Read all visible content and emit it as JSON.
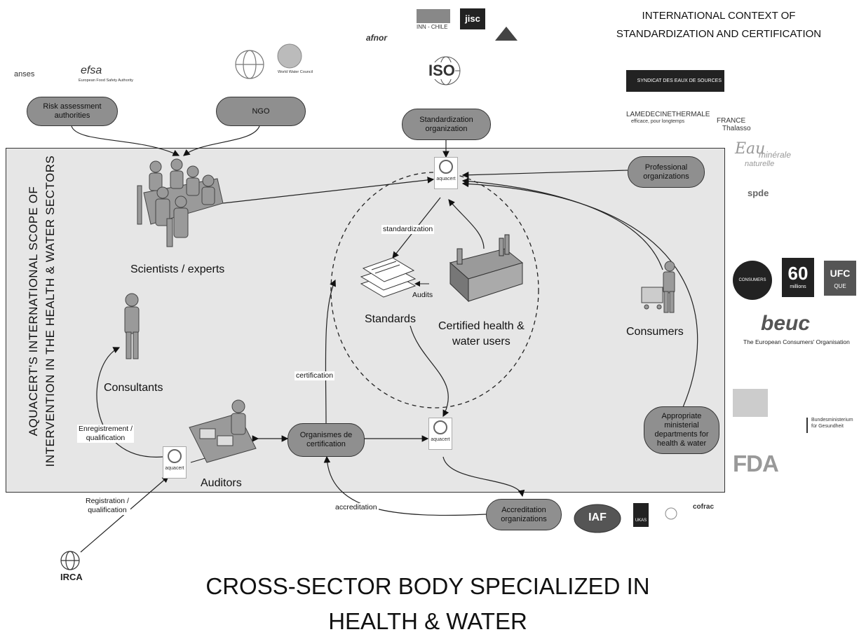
{
  "header": {
    "context_title_line1": "INTERNATIONAL CONTEXT OF",
    "context_title_line2": "STANDARDIZATION AND CERTIFICATION"
  },
  "footer": {
    "line1": "CROSS-SECTOR BODY SPECIALIZED IN",
    "line2": "HEALTH & WATER"
  },
  "side_title": {
    "line1": "AQUACERT'S INTERNATIONAL SCOPE OF",
    "line2": "INTERVENTION IN THE HEALTH & WATER SECTORS"
  },
  "nodes": {
    "risk_line1": "Risk assessment",
    "risk_line2": "authorities",
    "ngo": "NGO",
    "std_line1": "Standardization",
    "std_line2": "organization",
    "prof_line1": "Professional",
    "prof_line2": "organizations",
    "org_line1": "Organismes de",
    "org_line2": "certification",
    "accr_line1": "Accreditation",
    "accr_line2": "organizations",
    "min_line1": "Appropriate",
    "min_line2": "ministerial",
    "min_line3": "departments for",
    "min_line4": "health & water"
  },
  "labels": {
    "scientists": "Scientists / experts",
    "consultants": "Consultants",
    "auditors": "Auditors",
    "standards": "Standards",
    "certified_line1": "Certified health &",
    "certified_line2": "water users",
    "consumers": "Consumers",
    "standardization": "standardization",
    "audits": "Audits",
    "certification": "certification",
    "accreditation": "accreditation",
    "enreg_line1": "Enregistrement /",
    "enreg_line2": "qualification",
    "reg_line1": "Registration /",
    "reg_line2": "qualification"
  },
  "logos": {
    "anses": "anses",
    "efsa": "efsa",
    "efsa_sub": "European Food Safety Authority",
    "wwc": "World Water Council",
    "afnor": "afnor",
    "inn": "INN - CHILE",
    "jisc": "jisc",
    "iso": "ISO",
    "syndicat": "SYNDICAT DES EAUX DE SOURCES",
    "medecine": "LAMEDECINETHERMALE",
    "medecine_sub": "efficace, pour longtemps",
    "france_l1": "FRANCE",
    "france_l2": "Thalasso",
    "eau_l1": "Eau",
    "eau_l2": "minérale",
    "eau_l3": "naturelle",
    "spde": "spde",
    "ci": "CONSUMERS INTERNATIONAL",
    "m60": "60",
    "m60_sub": "millions",
    "ufc": "UFC",
    "ufc_sub": "QUE",
    "beuc": "beuc",
    "beuc_sub": "The European Consumers' Organisation",
    "bmg_l1": "Bundesministerium",
    "bmg_l2": "für Gesundheit",
    "fda": "FDA",
    "iaf": "IAF",
    "ukas": "UKAS",
    "cofrac": "cofrac",
    "irca": "IRCA",
    "aquacert": "aquacert"
  }
}
